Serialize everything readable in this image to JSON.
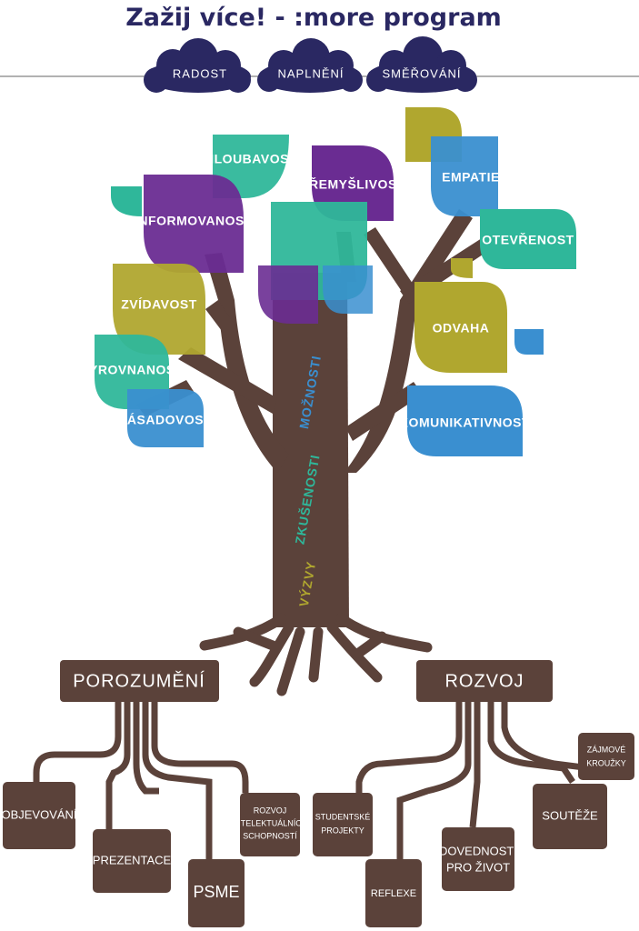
{
  "title": "Zažij více! - :more program",
  "clouds": [
    "RADOST",
    "NAPLNĚNÍ",
    "SMĚŘOVÁNÍ"
  ],
  "leaves": {
    "hloubavost": "HLOUBAVOST",
    "premyslivost": "PŘEMYŠLIVOST",
    "empatie": "EMPATIE",
    "informovanost": "INFORMOVANOST",
    "otevrenost": "OTEVŘENOST",
    "zvidavost": "ZVÍDAVOST",
    "odvaha": "ODVAHA",
    "vyrovnanost": "VYROVNANOST",
    "zasadovost": "ZÁSADOVOST",
    "komunikativnost": "KOMUNIKATIVNOST"
  },
  "trunk": {
    "moznosti": "MOŽNOSTI",
    "zkusenosti": "ZKUŠENOSTI",
    "vyzvy": "VÝZVY"
  },
  "roots": {
    "left": "POROZUMĚNÍ",
    "right": "ROZVOJ"
  },
  "boxes_left": {
    "objevovani": "OBJEVOVÁNÍ",
    "prezentace": "PREZENTACE",
    "psme": "PSME",
    "rozvoj_line1": "ROZVOJ",
    "rozvoj_line2": "INTELEKTUÁLNÍCH",
    "rozvoj_line3": "SCHOPNOSTÍ"
  },
  "boxes_right": {
    "studentske_line1": "STUDENTSKÉ",
    "studentske_line2": "PROJEKTY",
    "reflexe": "REFLEXE",
    "dovednosti_line1": "DOVEDNOSTI",
    "dovednosti_line2": "PRO ŽIVOT",
    "souteze": "SOUTĚŽE",
    "zajmove_line1": "ZÁJMOVÉ",
    "zajmove_line2": "KROUŽKY"
  },
  "colors": {
    "title": "#2a2862",
    "brown": "#5b423a",
    "purple": "#6a2c92",
    "teal": "#2fb79a",
    "blue": "#3a8fd0",
    "olive": "#b0a72f",
    "cloud": "#2a2862",
    "moznosti_text": "#3a8fd0",
    "zkusenosti_text": "#2fb79a",
    "vyzvy_text": "#b0a72f"
  }
}
